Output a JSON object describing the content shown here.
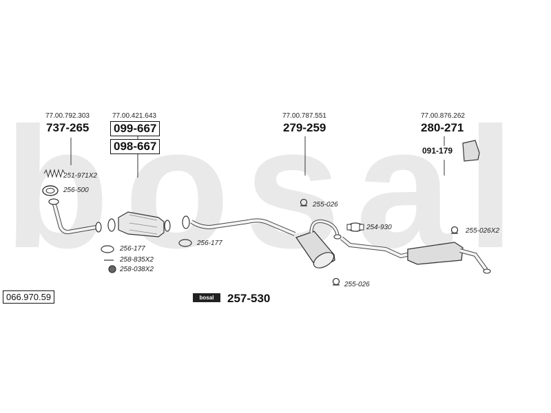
{
  "watermark": "bosal",
  "diagram_code": "066.970.59",
  "badge_label": "bosal",
  "assemblies": [
    {
      "ref": "77.00.792.303",
      "part": "737-265"
    },
    {
      "ref": "77.00.421.643",
      "parts": [
        "099-667",
        "098-667"
      ]
    },
    {
      "ref": "77.00.787.551",
      "part": "279-259"
    },
    {
      "ref": "77.00.876.262",
      "part": "280-271",
      "sub_part": "091-179"
    }
  ],
  "fittings": {
    "spring": "251-971X2",
    "ring_gasket": "256-500",
    "gasket_a": "256-177",
    "bolt": "258-835X2",
    "nut": "258-038X2",
    "gasket_b": "256-177",
    "hanger_a": "255-026",
    "clamp": "254-930",
    "hanger_b": "255-026X2",
    "hanger_c": "255-026"
  },
  "kit_part": "257-530"
}
